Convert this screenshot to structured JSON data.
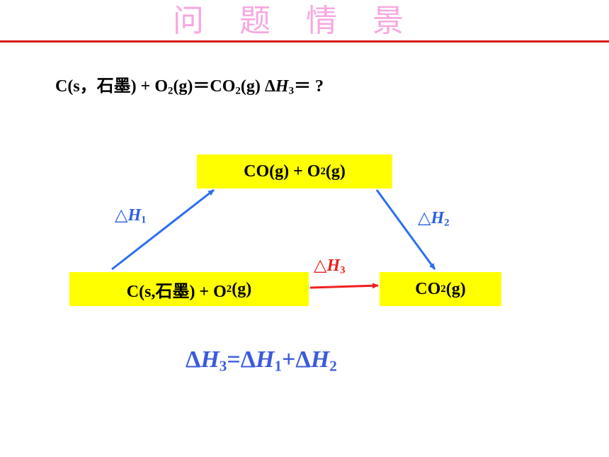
{
  "title": "问 题 情 景",
  "equation": {
    "lhs_c": "C(s，石墨) + O",
    "sub_o2": "2",
    "mid": "(g)＝CO",
    "sub_co2": "2",
    "post": "(g)  Δ",
    "h": "H",
    "sub_h3": "3",
    "rhs": "＝ ?"
  },
  "boxes": {
    "top": {
      "text_a": "CO(g) +  O",
      "sub": "2",
      "text_b": "(g)"
    },
    "left": {
      "text_a": "C(s,石墨) +  O",
      "sub": "2",
      "text_b": "(g)"
    },
    "right": {
      "text_a": "CO",
      "sub": "2",
      "text_b": " (g)"
    }
  },
  "labels": {
    "dh1": {
      "tri": "△",
      "h": "H",
      "sub": "1"
    },
    "dh2": {
      "tri": "△",
      "h": "H",
      "sub": "2"
    },
    "dh3": {
      "tri": "△",
      "h": "H",
      "sub": "3"
    }
  },
  "sum": {
    "d1": "Δ",
    "h1": "H",
    "s1": "3",
    "eq": "=Δ",
    "h2": "H",
    "s2": "1",
    "plus": "+Δ",
    "h3": "H",
    "s3": "2"
  },
  "colors": {
    "title": "#f7a8e0",
    "rule": "#d61a1a",
    "box_fill": "#ffff00",
    "blue_arrow": "#2b6ff0",
    "red_arrow": "#ee2020"
  }
}
